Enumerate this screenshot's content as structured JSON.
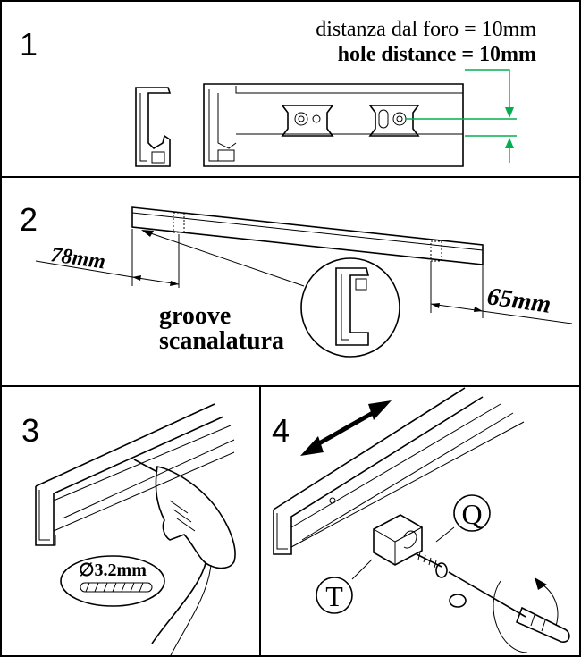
{
  "panels": [
    {
      "step": "1",
      "text_it": "distanza dal foro = 10mm",
      "text_en": "hole distance = 10mm"
    },
    {
      "step": "2",
      "dim_left": "78mm",
      "dim_right": "65mm",
      "label_en": "groove",
      "label_it": "scanalatura"
    },
    {
      "step": "3",
      "drill_size": "∅3.2mm"
    },
    {
      "step": "4",
      "label_t": "T",
      "label_q": "Q"
    }
  ],
  "colors": {
    "line": "#000000",
    "guide": "#00b050",
    "bg": "#ffffff"
  }
}
